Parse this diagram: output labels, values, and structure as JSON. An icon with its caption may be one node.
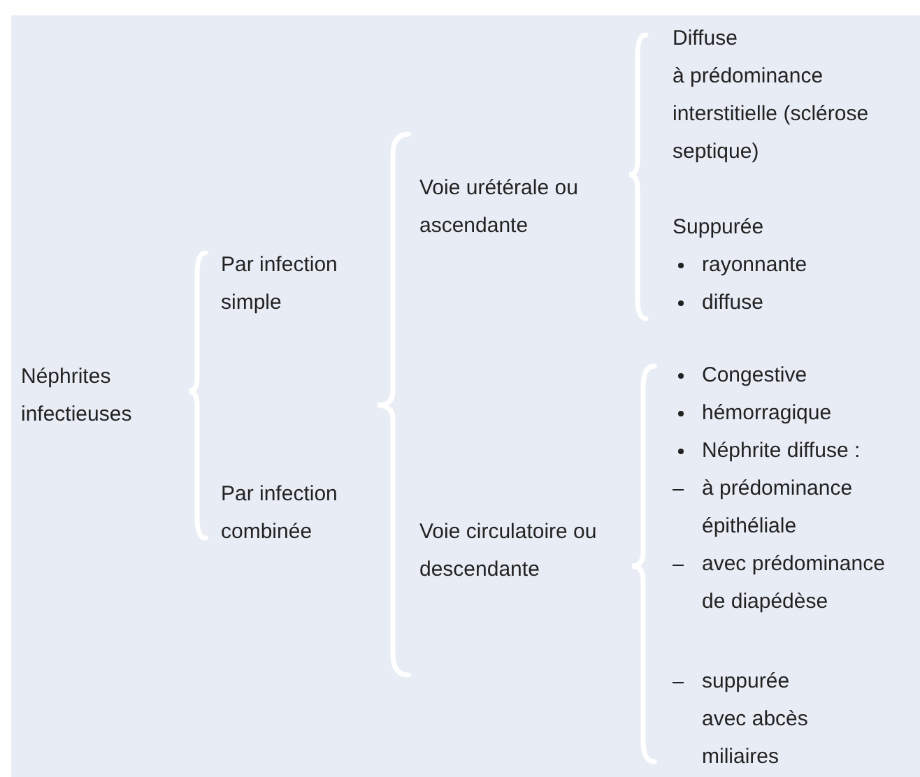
{
  "diagram": {
    "labels": [
      "Néphrites infectieuses",
      "Par infection simple",
      "Par infection combinée",
      "Voie urétérale ou ascendante",
      "Voie circulatoire ou descendante",
      "Diffuse",
      "à prédominance interstitielle (sclérose septique)",
      "Suppurée",
      "rayonnante",
      "diffuse",
      "Congestive",
      "hémorragique",
      "Néphrite diffuse :",
      "à prédominance épithéliale",
      "avec prédominance de diapédèse",
      "suppurée avec abcès miliaires"
    ]
  }
}
